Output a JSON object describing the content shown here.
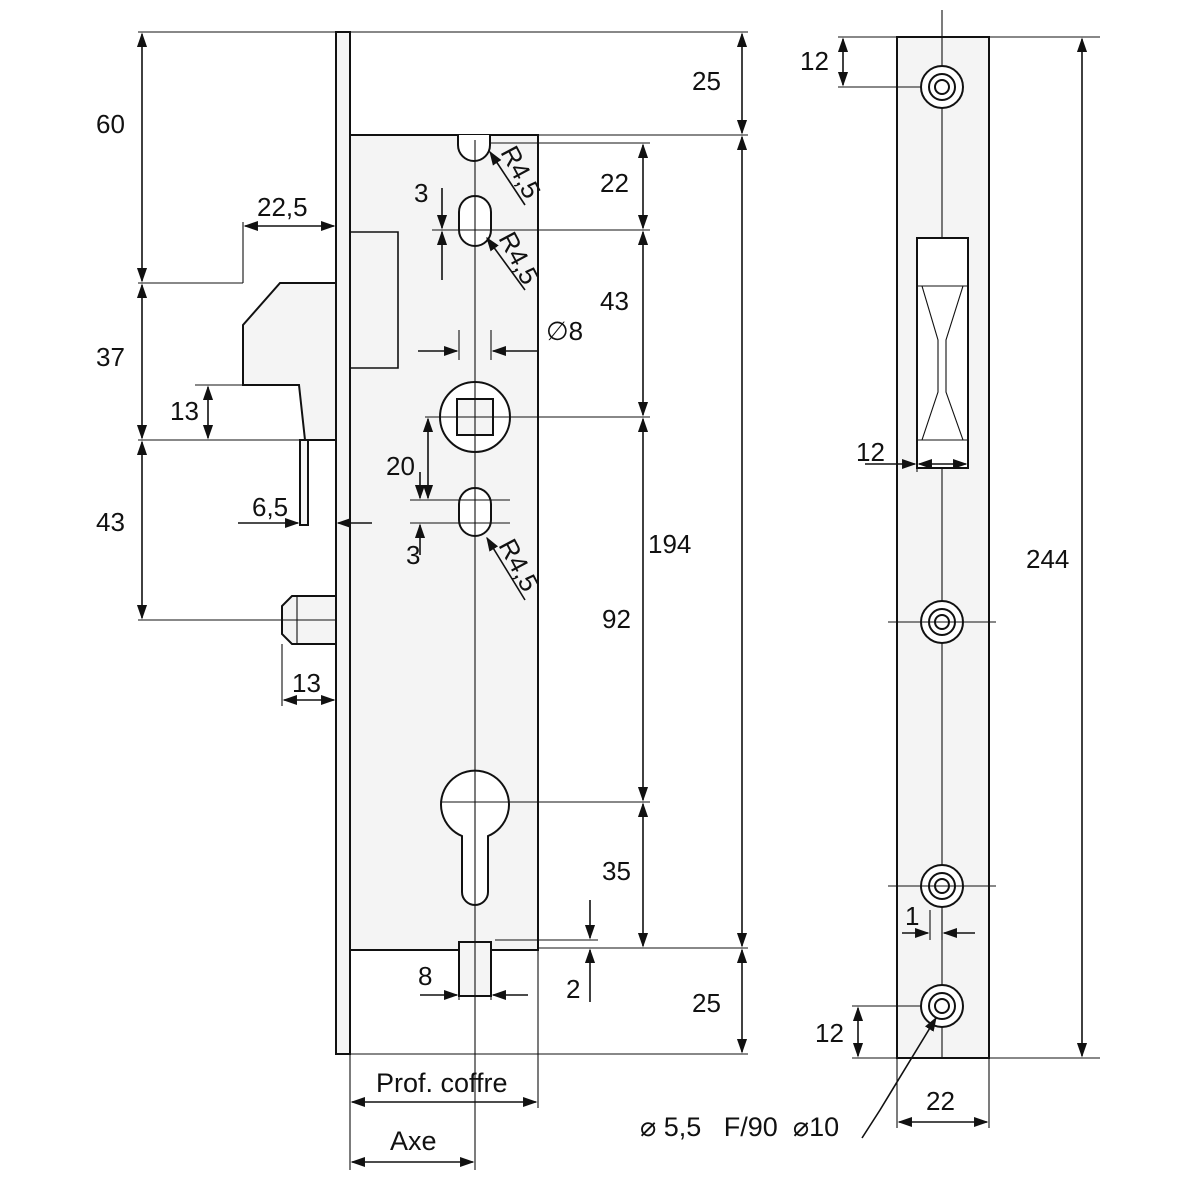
{
  "lock_dimensions": {
    "d60": "60",
    "d25_top": "25",
    "d22_5": "22,5",
    "d37": "37",
    "d13_latch": "13",
    "d43_left": "43",
    "d6_5": "6,5",
    "d13_bolt": "13",
    "d3_top": "3",
    "d3_bottom": "3",
    "r45_a": "R4,5",
    "r45_b": "R4,5",
    "r45_c": "R4,5",
    "d22": "22",
    "d43": "43",
    "square_8": "∅8",
    "d20": "20",
    "d194": "194",
    "d92": "92",
    "d35": "35",
    "d8_bottom": "8",
    "d2": "2",
    "d25_bottom": "25",
    "prof_coffre": "Prof. coffre",
    "axe": "Axe"
  },
  "strike_plate": {
    "d12_top": "12",
    "d12_mid": "12",
    "d244": "244",
    "d1": "1",
    "d12_bottom": "12",
    "d22_width": "22",
    "screw_note": "⌀ 5,5   F/90  ⌀10"
  }
}
